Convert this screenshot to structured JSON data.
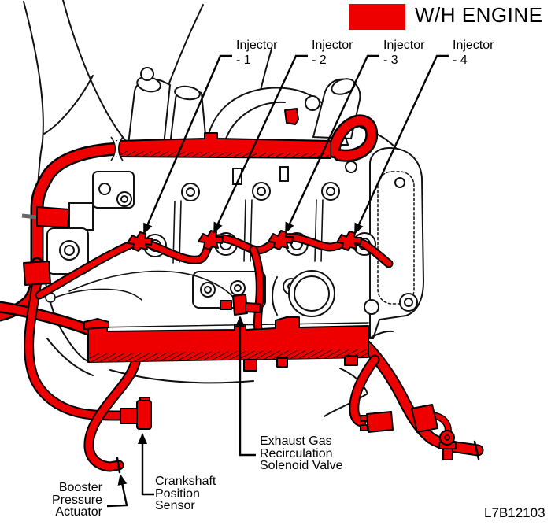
{
  "legend": {
    "title": "W/H ENGINE"
  },
  "callouts": {
    "injectors": [
      {
        "name": "Injector",
        "number": "- 1"
      },
      {
        "name": "Injector",
        "number": "- 2"
      },
      {
        "name": "Injector",
        "number": "- 3"
      },
      {
        "name": "Injector",
        "number": "- 4"
      }
    ],
    "egr": {
      "line1": "Exhaust Gas",
      "line2": "Recirculation",
      "line3": "Solenoid Valve"
    },
    "crankshaft_sensor": {
      "line1": "Crankshaft",
      "line2": "Position",
      "line3": "Sensor"
    },
    "booster_actuator": {
      "line1": "Booster",
      "line2": "Pressure",
      "line3": "Actuator"
    }
  },
  "figure_code": "L7B12103",
  "colors": {
    "harness_red": "#ee0000",
    "line_art": "#111111",
    "background": "#ffffff"
  }
}
